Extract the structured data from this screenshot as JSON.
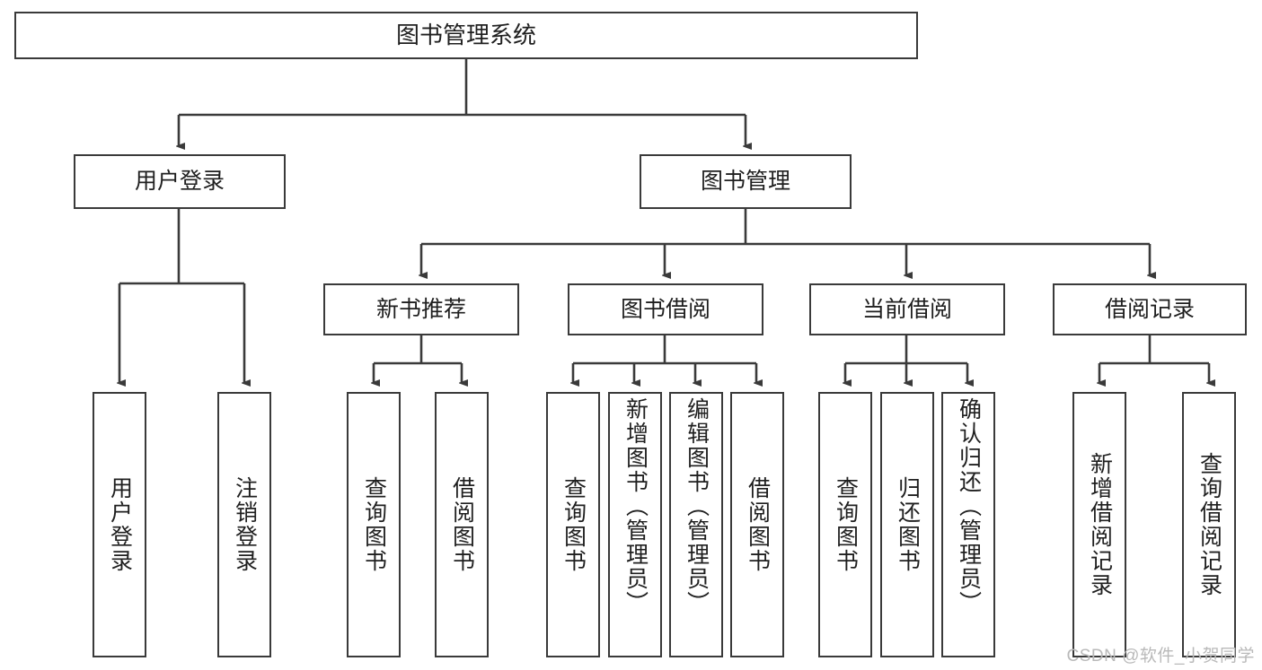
{
  "diagram": {
    "title": "图书管理系统",
    "levels": {
      "root": {
        "label": "图书管理系统"
      },
      "level2": [
        {
          "label": "用户登录"
        },
        {
          "label": "图书管理"
        }
      ],
      "level3": [
        {
          "label": "新书推荐"
        },
        {
          "label": "图书借阅"
        },
        {
          "label": "当前借阅"
        },
        {
          "label": "借阅记录"
        }
      ],
      "leaves_user_login": [
        {
          "label": "用户登录"
        },
        {
          "label": "注销登录"
        }
      ],
      "leaves_new_book": [
        {
          "label": "查询图书"
        },
        {
          "label": "借阅图书"
        }
      ],
      "leaves_borrow": [
        {
          "label": "查询图书"
        },
        {
          "label": "新增图书（管理员）"
        },
        {
          "label": "编辑图书（管理员）"
        },
        {
          "label": "借阅图书"
        }
      ],
      "leaves_current": [
        {
          "label": "查询图书"
        },
        {
          "label": "归还图书"
        },
        {
          "label": "确认归还（管理员）"
        }
      ],
      "leaves_records": [
        {
          "label": "新增借阅记录"
        },
        {
          "label": "查询借阅记录"
        }
      ]
    },
    "colors": {
      "stroke": "#3a3a3a",
      "text": "#1f1f1f",
      "background": "#ffffff",
      "watermark": "#b9b9b9"
    }
  },
  "watermark": {
    "text": "CSDN @软件_小贺同学"
  }
}
